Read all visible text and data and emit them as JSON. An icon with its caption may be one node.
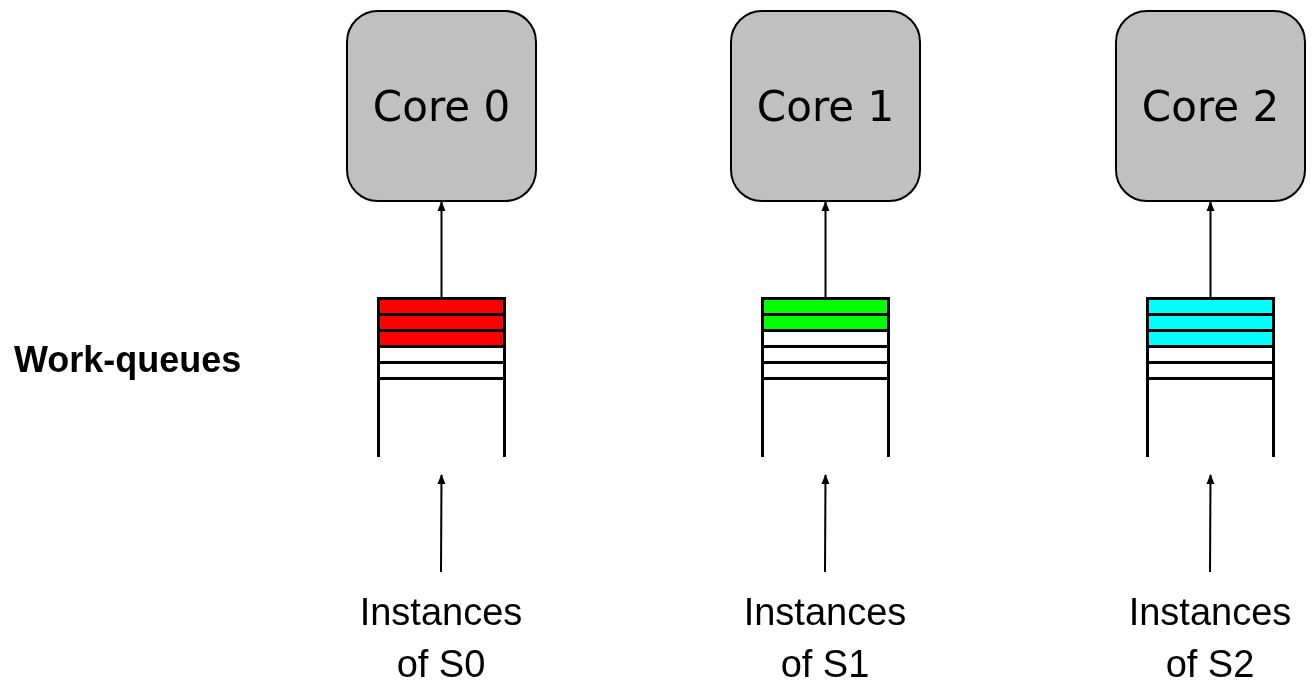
{
  "diagram": {
    "nodes": [
      {
        "text": [
          "Core 0"
        ]
      },
      {
        "text": [
          "Core 1"
        ]
      },
      {
        "text": [
          "Core 2"
        ]
      },
      {
        "text": [],
        "shape": "box"
      },
      {
        "text": [],
        "shape": "box"
      },
      {
        "text": [],
        "shape": "box"
      },
      {
        "text": [
          "Instances of S0"
        ]
      },
      {
        "text": [
          "Instances of S1"
        ]
      },
      {
        "text": [
          "Instances of S2"
        ]
      }
    ],
    "edges": [
      {
        "from": 3,
        "to": 0,
        "arrow": "to"
      },
      {
        "from": 4,
        "to": 1,
        "arrow": "to"
      },
      {
        "from": 5,
        "to": 2,
        "arrow": "to"
      },
      {
        "from": 6,
        "to": 3,
        "arrow": "to"
      },
      {
        "from": 7,
        "to": 4,
        "arrow": "to"
      },
      {
        "from": 8,
        "to": 5,
        "arrow": "to"
      }
    ],
    "labels": [
      "Work-queues"
    ]
  }
}
